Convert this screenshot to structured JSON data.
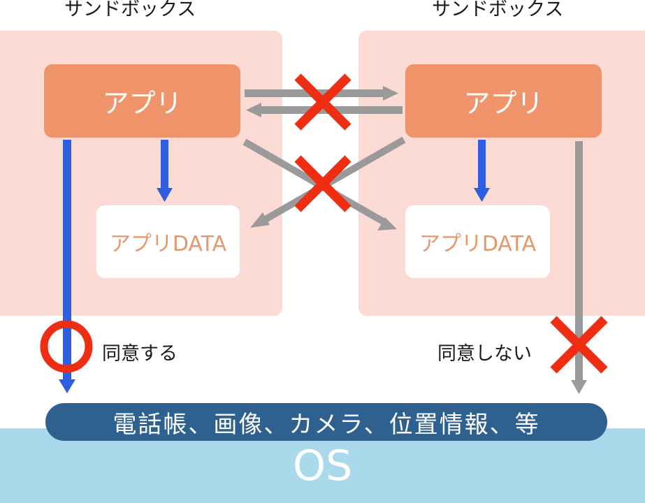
{
  "sandbox_left": {
    "label": "サンドボックス",
    "app": "アプリ",
    "data": "アプリDATA"
  },
  "sandbox_right": {
    "label": "サンドボックス",
    "app": "アプリ",
    "data": "アプリDATA"
  },
  "consent_yes": {
    "label": "同意する"
  },
  "consent_no": {
    "label": "同意しない"
  },
  "resources": {
    "label": "電話帳、画像、カメラ、位置情報、等"
  },
  "os": {
    "label": "OS"
  },
  "colors": {
    "sandbox": "#fbdbd3",
    "app": "#f0956b",
    "data_text": "#e9966b",
    "allowed_arrow": "#2f5fe0",
    "blocked_arrow": "#9a9a9a",
    "deny_mark": "#ee2d12",
    "resource_bar": "#2f6190",
    "os_bar": "#a9d9eb"
  },
  "icons": {
    "allow": "circle-mark-icon",
    "deny": "cross-mark-icon"
  }
}
